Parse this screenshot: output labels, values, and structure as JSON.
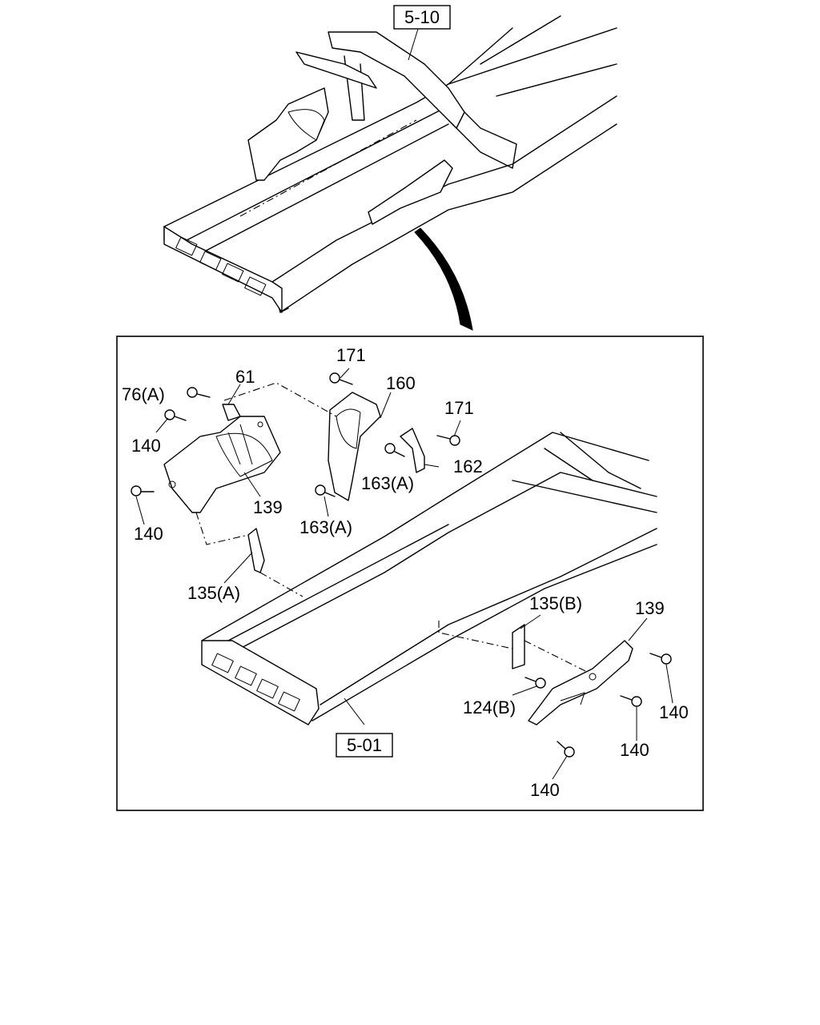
{
  "references": {
    "top_ref": "5-10",
    "bottom_ref": "5-01"
  },
  "callouts": {
    "c171_top": "171",
    "c61": "61",
    "c160": "160",
    "c76a": "76(A)",
    "c171_right": "171",
    "c140_a": "140",
    "c162": "162",
    "c163a_top": "163(A)",
    "c139_left": "139",
    "c140_b": "140",
    "c163a_bottom": "163(A)",
    "c135a": "135(A)",
    "c135b": "135(B)",
    "c139_right": "139",
    "c124b": "124(B)",
    "c140_c": "140",
    "c140_d": "140",
    "c140_e": "140"
  }
}
